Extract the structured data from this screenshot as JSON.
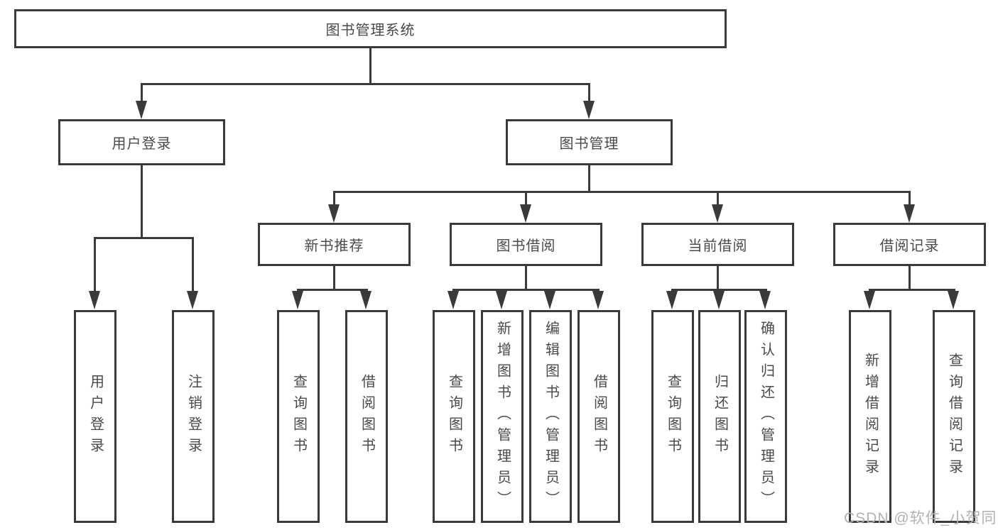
{
  "diagram": {
    "title": "图书管理系统",
    "root": {
      "label": "图书管理系统"
    },
    "branches": {
      "user_login": {
        "label": "用户登录",
        "children": [
          {
            "label": "用户登录"
          },
          {
            "label": "注销登录"
          }
        ]
      },
      "book_mgmt": {
        "label": "图书管理",
        "children": {
          "new_book": {
            "label": "新书推荐",
            "children": [
              {
                "label": "查询图书"
              },
              {
                "label": "借阅图书"
              }
            ]
          },
          "book_borrow": {
            "label": "图书借阅",
            "children": [
              {
                "label": "查询图书"
              },
              {
                "label": "新增图书（管理员）"
              },
              {
                "label": "编辑图书（管理员）"
              },
              {
                "label": "借阅图书"
              }
            ]
          },
          "current_borrow": {
            "label": "当前借阅",
            "children": [
              {
                "label": "查询图书"
              },
              {
                "label": "归还图书"
              },
              {
                "label": "确认归还（管理员）"
              }
            ]
          },
          "borrow_record": {
            "label": "借阅记录",
            "children": [
              {
                "label": "新增借阅记录"
              },
              {
                "label": "查询借阅记录"
              }
            ]
          }
        }
      }
    }
  },
  "watermark": {
    "text": "CSDN @软件_小贺同学"
  },
  "colors": {
    "line": "#3a3a3a",
    "node_border": "#3a3a3a",
    "text": "#4a4a4a",
    "watermark": "#b2b2b6",
    "background": "#ffffff"
  }
}
